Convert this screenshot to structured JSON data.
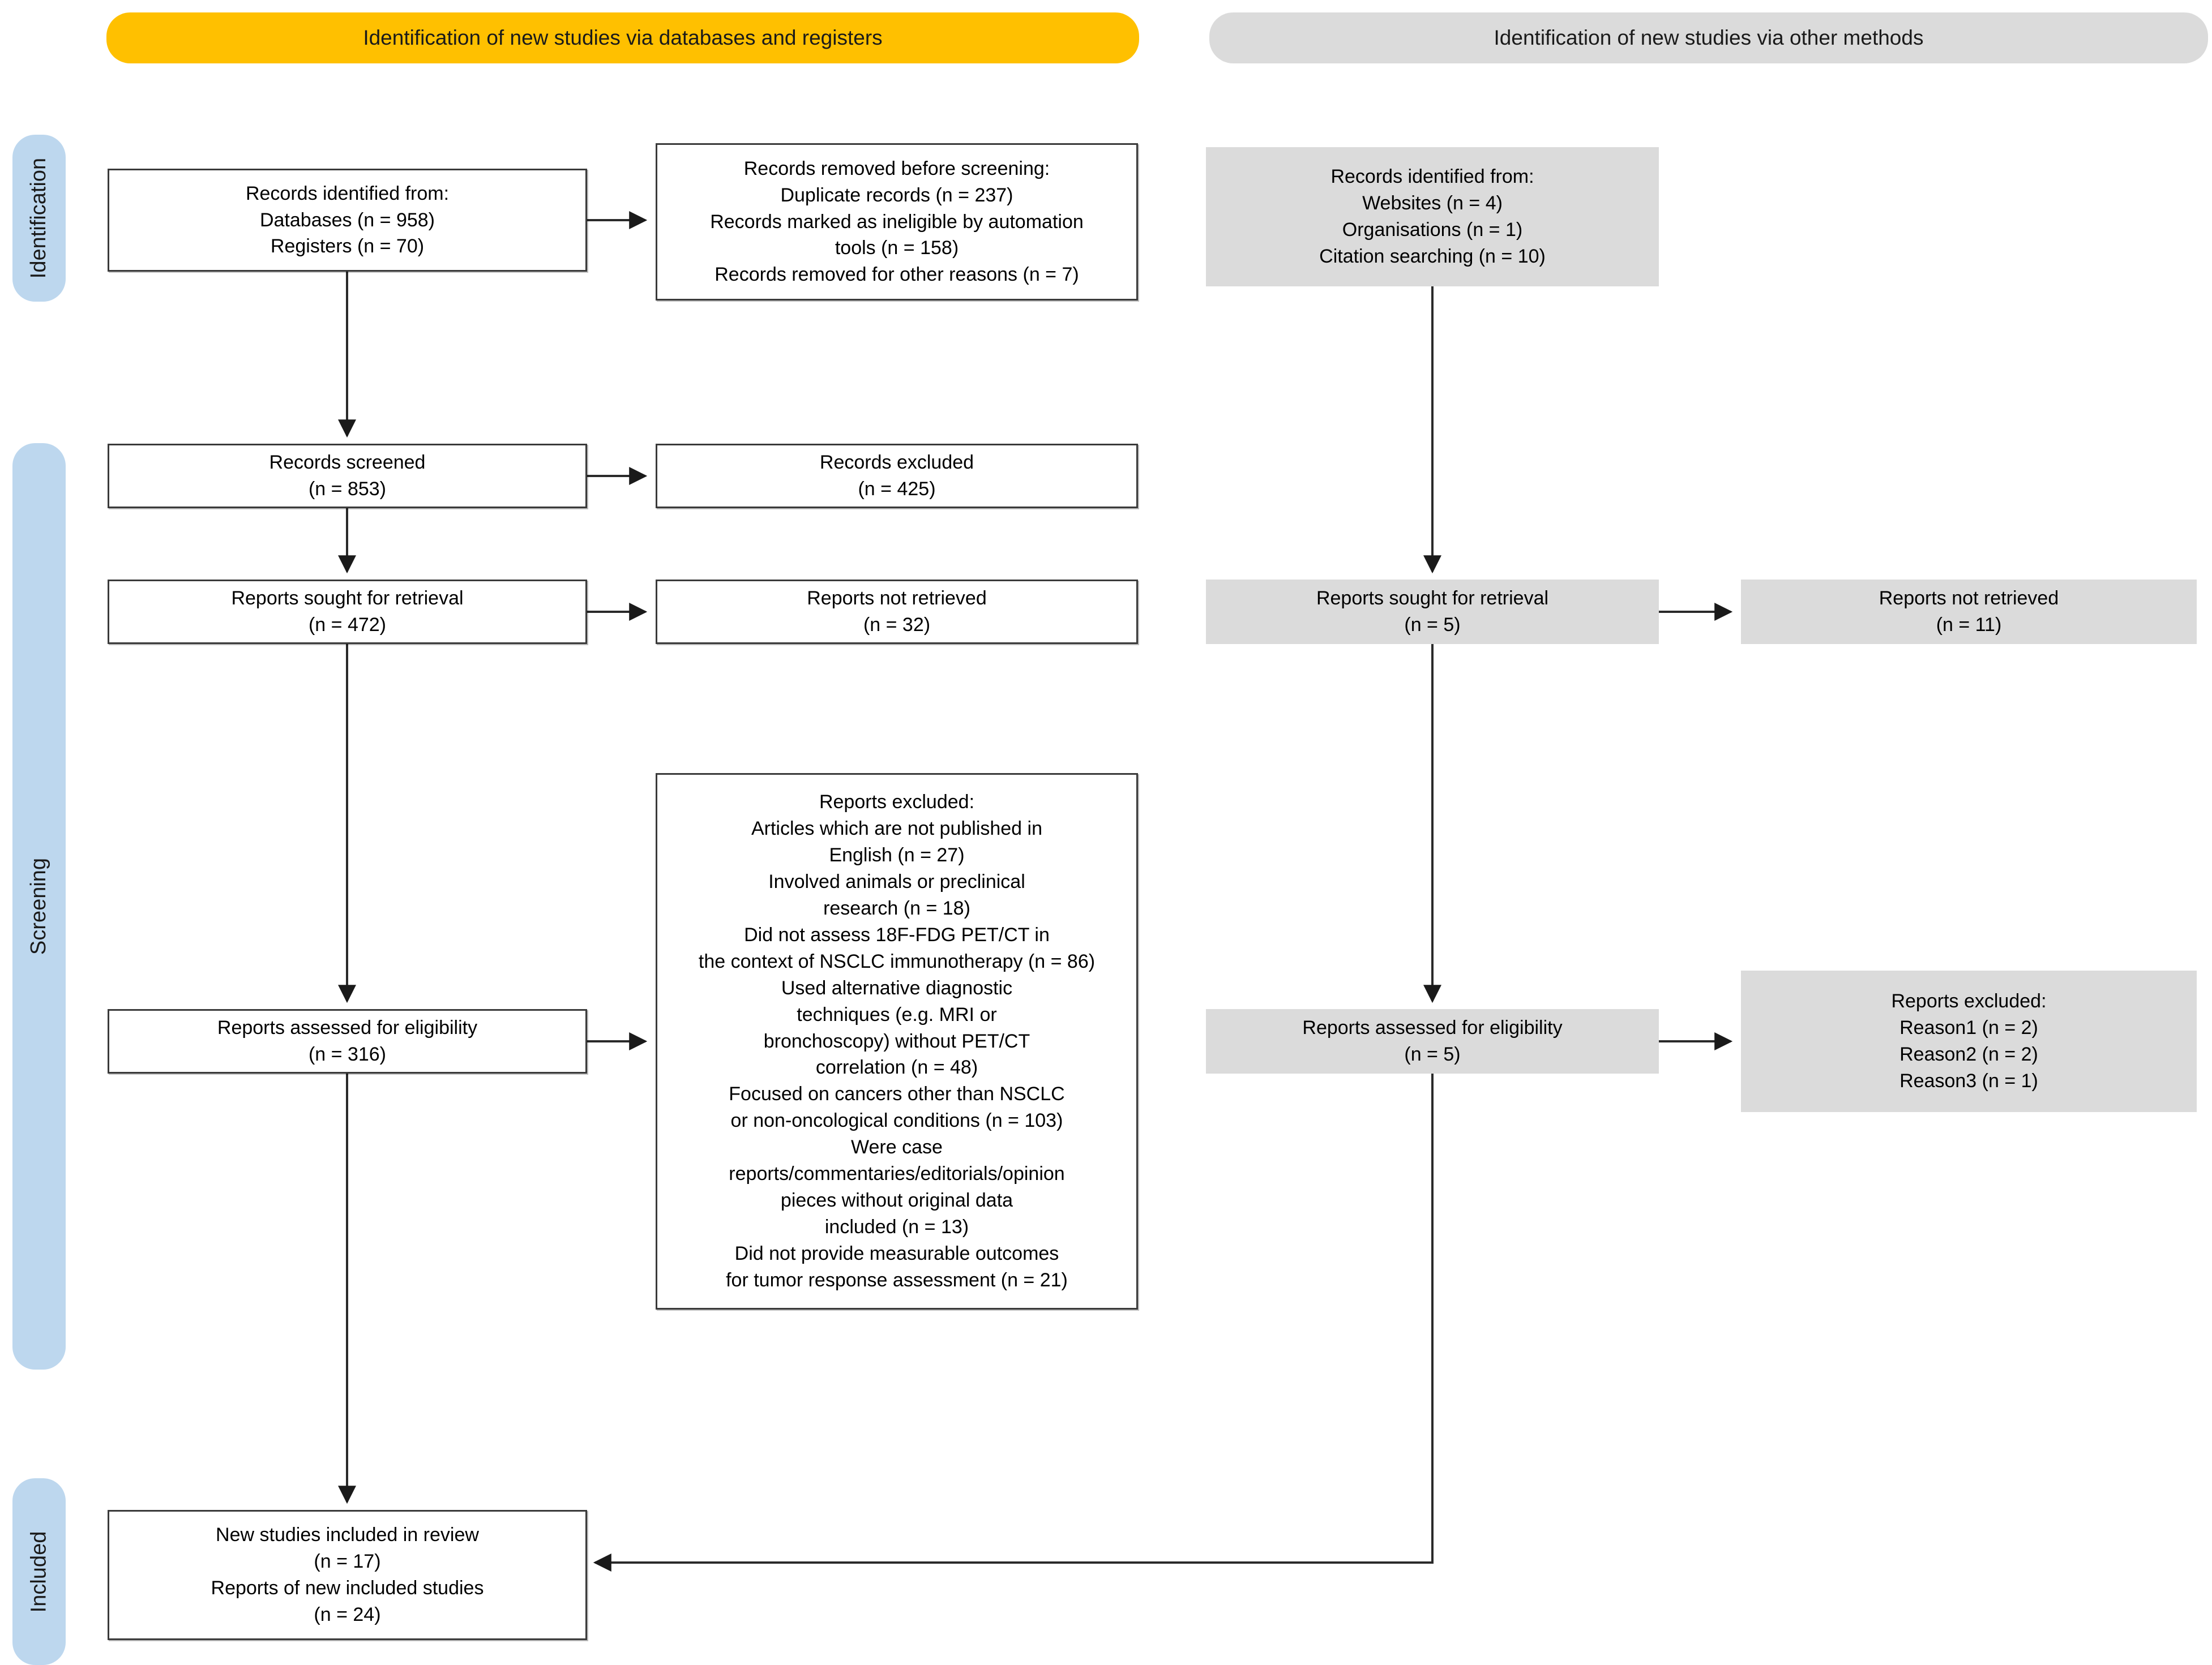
{
  "colors": {
    "banner_yellow": "#FFC000",
    "banner_gray": "#DBDBDB",
    "box_gray": "#DBDBDB",
    "side_label_blue": "#BDD7EE",
    "box_border": "#3a3a3a",
    "arrow": "#2a2a2a"
  },
  "banners": {
    "databases": "Identification of new studies via databases and registers",
    "other_methods": "Identification of new studies via other methods"
  },
  "side_labels": {
    "identification": "Identification",
    "screening": "Screening",
    "included": "Included"
  },
  "boxes": {
    "records_identified_databases": "Records identified from:\nDatabases (n = 958)\nRegisters (n = 70)",
    "records_removed": "Records removed before screening:\nDuplicate records (n = 237)\nRecords marked as ineligible by automation\ntools (n = 158)\nRecords removed for other reasons (n = 7)",
    "records_identified_other": "Records identified from:\nWebsites (n = 4)\nOrganisations (n = 1)\nCitation searching (n = 10)",
    "records_screened": "Records screened\n(n = 853)",
    "records_excluded": "Records excluded\n(n = 425)",
    "reports_sought_databases": "Reports sought for retrieval\n(n = 472)",
    "reports_not_retrieved_databases": "Reports not retrieved\n(n = 32)",
    "reports_sought_other": "Reports sought for retrieval\n(n = 5)",
    "reports_not_retrieved_other": "Reports not retrieved\n(n = 11)",
    "reports_assessed_databases": "Reports assessed for eligibility\n(n = 316)",
    "reports_excluded_databases": "Reports excluded:\nArticles which are not published in\nEnglish (n = 27)\nInvolved animals or preclinical\nresearch (n = 18)\nDid not assess 18F-FDG PET/CT in\nthe context of NSCLC immunotherapy (n = 86)\nUsed alternative diagnostic\ntechniques (e.g. MRI or\nbronchoscopy) without PET/CT\ncorrelation (n = 48)\nFocused on cancers other than NSCLC\nor non-oncological conditions (n = 103)\nWere case\nreports/commentaries/editorials/opinion\npieces without original data\nincluded (n = 13)\nDid not provide measurable outcomes\nfor tumor response assessment (n = 21)",
    "reports_assessed_other": "Reports assessed for eligibility\n(n = 5)",
    "reports_excluded_other": "Reports excluded:\nReason1 (n = 2)\nReason2 (n = 2)\nReason3 (n = 1)",
    "new_studies_included": "New studies included in review\n(n = 17)\nReports of new included studies\n(n = 24)"
  }
}
